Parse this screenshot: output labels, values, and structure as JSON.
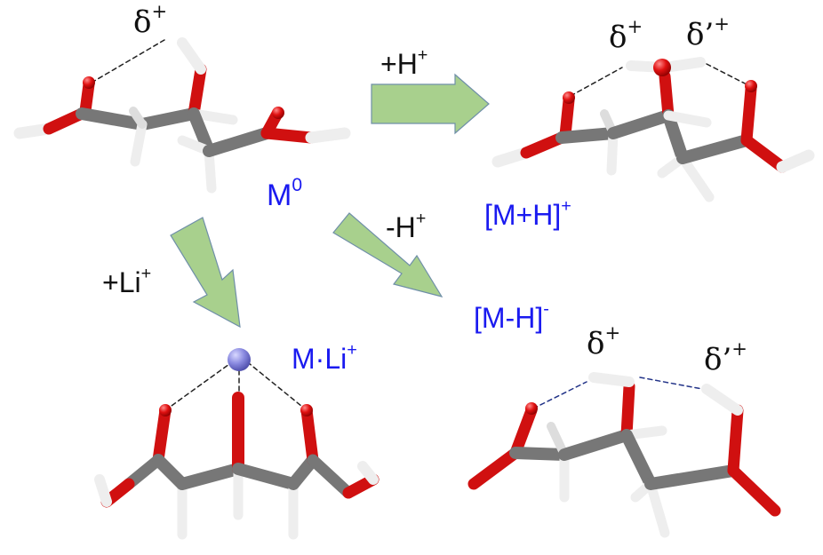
{
  "labels": {
    "m0": "M",
    "m0_sup": "0",
    "mh_plus": "[M+H]",
    "mh_plus_sup": "+",
    "mh_minus": "[M-H]",
    "mh_minus_sup": "-",
    "mli": "M·Li",
    "mli_sup": "+"
  },
  "arrows": {
    "protonation": "+H",
    "protonation_sup": "+",
    "deprotonation": "-H",
    "deprotonation_sup": "+",
    "lithiation": "+Li",
    "lithiation_sup": "+"
  },
  "charges": {
    "delta": "δ",
    "delta_sup": "+",
    "delta_prime": "δ’",
    "delta_prime_sup": "+"
  },
  "colors": {
    "label_blue": "#1a1af0",
    "arrow_fill": "#a8d08d",
    "arrow_stroke": "#6f8fa8",
    "carbon": "#7a7a7a",
    "oxygen": "#e01010",
    "hydrogen": "#f2f2f2",
    "lithium": "#8a8ae0"
  }
}
